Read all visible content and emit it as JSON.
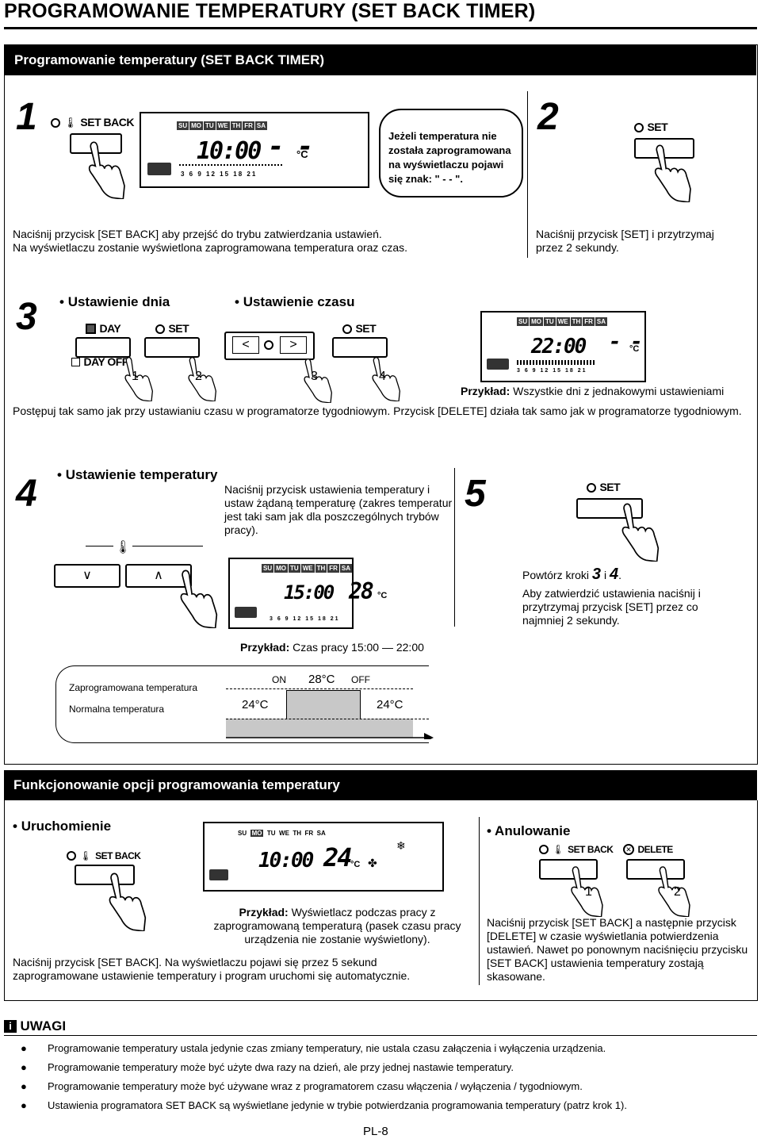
{
  "page": {
    "title": "PROGRAMOWANIE TEMPERATURY (SET BACK TIMER)",
    "page_number": "PL-8"
  },
  "section1": {
    "header": "Programowanie temperatury (SET BACK TIMER)",
    "step1": {
      "number": "1",
      "button_label": "SET BACK",
      "lcd_days": [
        "SU",
        "MO",
        "TU",
        "WE",
        "TH",
        "FR",
        "SA"
      ],
      "lcd_time": "10:00",
      "lcd_temp": "- -",
      "lcd_unit": "°C",
      "lcd_ticks": "3 6 9 12 15 18 21",
      "callout": "Jeżeli temperatura nie została zaprogramowana na wyświetlaczu pojawi się znak: \" - - \".",
      "text_line1": "Naciśnij przycisk [SET BACK] aby przejść do trybu zatwierdzania ustawień.",
      "text_line2": "Na wyświetlaczu zostanie wyświetlona zaprogramowana temperatura oraz czas."
    },
    "step2": {
      "number": "2",
      "button_label": "SET",
      "text_line1": "Naciśnij przycisk [SET] i przytrzymaj",
      "text_line2": "przez 2 sekundy."
    },
    "step3": {
      "number": "3",
      "heading_day": "Ustawienie dnia",
      "heading_time": "Ustawienie czasu",
      "day_label": "DAY",
      "dayoff_label": "DAY OFF",
      "set_label": "SET",
      "finger_numbers": [
        "1",
        "2",
        "3",
        "4"
      ],
      "lcd_time": "22:00",
      "lcd_temp": "- -",
      "lcd_unit": "°C",
      "example_bold": "Przykład:",
      "example_text": "Wszystkie dni z jednakowymi ustawieniami",
      "text": "Postępuj tak samo jak przy ustawianiu czasu w programatorze tygodniowym. Przycisk [DELETE] działa tak samo jak w programatorze tygodniowym."
    },
    "step4": {
      "number": "4",
      "heading": "Ustawienie temperatury",
      "text": "Naciśnij przycisk ustawienia temperatury i ustaw żądaną temperaturę (zakres temperatur jest taki sam jak dla poszczególnych trybów pracy).",
      "lcd_time": "15:00",
      "lcd_temp": "28",
      "lcd_unit": "°C",
      "example_bold": "Przykład:",
      "example_text": "Czas pracy 15:00 — 22:00"
    },
    "step5": {
      "number": "5",
      "button_label": "SET",
      "repeat_prefix": "Powtórz kroki",
      "repeat_step_a": "3",
      "repeat_and": "i",
      "repeat_step_b": "4",
      "repeat_suffix": ".",
      "text": "Aby zatwierdzić ustawienia naciśnij i przytrzymaj przycisk [SET] przez co najmniej 2 sekundy."
    },
    "graph": {
      "legend_programmed": "Zaprogramowana temperatura",
      "legend_normal": "Normalna temperatura",
      "on_label": "ON",
      "off_label": "OFF",
      "programmed_temp": "28°C",
      "normal_temp_left": "24°C",
      "normal_temp_right": "24°C"
    }
  },
  "section2": {
    "header": "Funkcjonowanie opcji programowania temperatury",
    "start": {
      "heading": "Uruchomienie",
      "button_label": "SET BACK",
      "lcd_days": [
        "SU",
        "MO",
        "TU",
        "WE",
        "TH",
        "FR",
        "SA"
      ],
      "lcd_time": "10:00",
      "lcd_temp": "24",
      "lcd_unit": "°C",
      "example_bold": "Przykład:",
      "example_text": "Wyświetlacz podczas pracy z zaprogramowaną temperaturą (pasek czasu pracy urządzenia nie zostanie wyświetlony).",
      "text": "Naciśnij przycisk [SET BACK]. Na wyświetlaczu pojawi się przez 5 sekund zaprogramowane ustawienie temperatury i program uruchomi się automatycznie."
    },
    "cancel": {
      "heading": "Anulowanie",
      "button_set_back": "SET BACK",
      "button_delete": "DELETE",
      "finger_numbers": [
        "1",
        "2"
      ],
      "text": "Naciśnij przycisk [SET BACK] a następnie przycisk [DELETE] w czasie wyświetlania potwierdzenia ustawień. Nawet po ponownym naciśnięciu przycisku [SET BACK] ustawienia temperatury zostają skasowane."
    }
  },
  "notes": {
    "heading": "UWAGI",
    "items": [
      "Programowanie temperatury ustala jedynie czas zmiany temperatury, nie ustala czasu załączenia i wyłączenia urządzenia.",
      "Programowanie temperatury może być użyte dwa razy na dzień, ale przy jednej nastawie temperatury.",
      "Programowanie temperatury może być używane wraz z programatorem czasu włączenia / wyłączenia / tygodniowym.",
      "Ustawienia programatora SET BACK są wyświetlane jedynie w trybie potwierdzania programowania temperatury (patrz krok 1)."
    ]
  }
}
